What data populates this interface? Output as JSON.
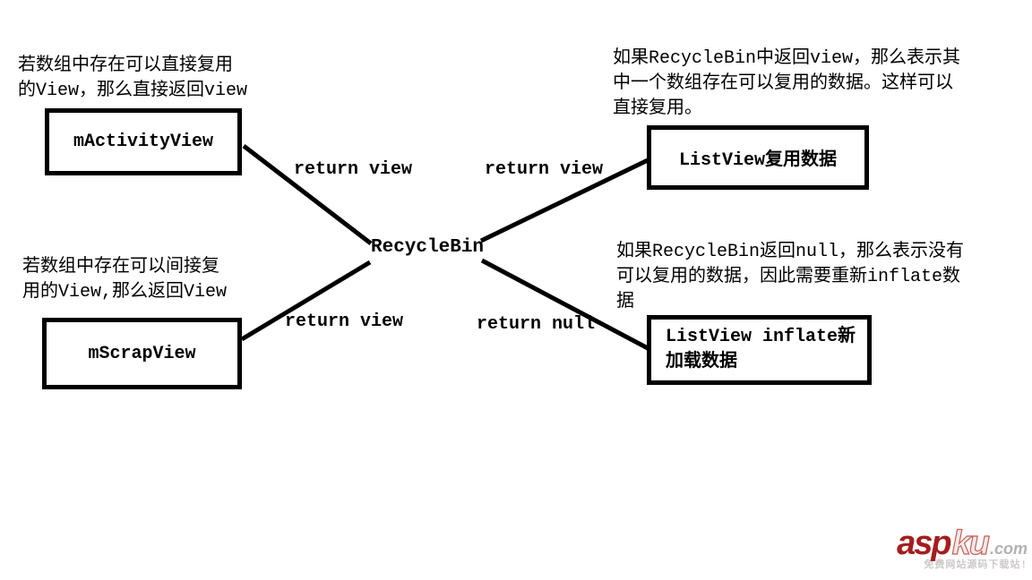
{
  "diagram": {
    "center_node": "RecycleBin",
    "notes": {
      "top_left": {
        "lines": [
          "若数组中存在可以直接复用",
          "的View，那么直接返回view"
        ]
      },
      "bottom_left": {
        "lines": [
          "若数组中存在可以间接复",
          "用的View,那么返回View"
        ]
      },
      "top_right": {
        "lines": [
          "如果RecycleBin中返回view，那么表示其",
          "中一个数组存在可以复用的数据。这样可以",
          "直接复用。"
        ]
      },
      "bottom_right": {
        "lines": [
          "如果RecycleBin返回null，那么表示没有",
          "可以复用的数据，因此需要重新inflate数",
          "据"
        ]
      }
    },
    "nodes": {
      "m_activity_view": "mActivityView",
      "m_scrap_view": "mScrapView",
      "listview_reuse": "ListView复用数据",
      "listview_inflate": {
        "lines": [
          "ListView inflate新",
          "加载数据"
        ]
      }
    },
    "edge_labels": {
      "top_left": "return view",
      "top_right": "return view",
      "bottom_left": "return view",
      "bottom_right": "return null"
    }
  },
  "watermark": {
    "asp": "asp",
    "ku": "ku",
    "com": ".com",
    "tagline": "免费网站源码下载站!"
  },
  "colors": {
    "line": "#000000",
    "background": "#ffffff",
    "watermark_red": "#a51d1e",
    "watermark_gray": "#b3b1b1"
  }
}
